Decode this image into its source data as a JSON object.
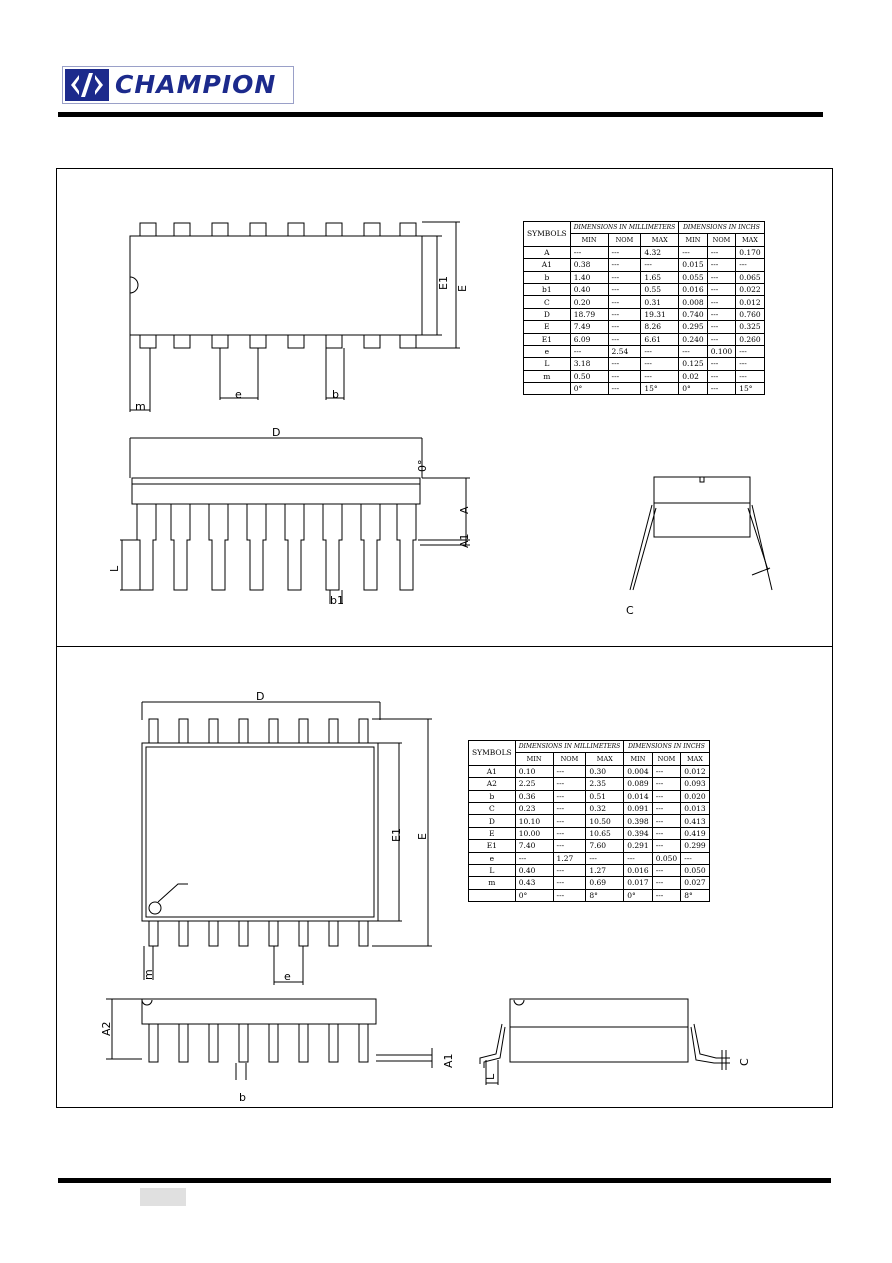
{
  "header": {
    "brand": "CHAMPION"
  },
  "dip_drawing": {
    "labels": {
      "D": "D",
      "E": "E",
      "E1": "E1",
      "e": "e",
      "b": "b",
      "m": "m",
      "A": "A",
      "A1": "A1",
      "L": "L",
      "b1": "b1",
      "C": "C",
      "angle": "0°"
    }
  },
  "dip_table": {
    "symbols_header": "SYMBOLS",
    "group_mm": "DIMENSIONS IN MILLIMETERS",
    "group_in": "DIMENSIONS IN INCHS",
    "sub_headers": [
      "MIN",
      "NOM",
      "MAX",
      "MIN",
      "NOM",
      "MAX"
    ],
    "rows": [
      [
        "A",
        "---",
        "---",
        "4.32",
        "---",
        "---",
        "0.170"
      ],
      [
        "A1",
        "0.38",
        "---",
        "---",
        "0.015",
        "---",
        "---"
      ],
      [
        "b",
        "1.40",
        "---",
        "1.65",
        "0.055",
        "---",
        "0.065"
      ],
      [
        "b1",
        "0.40",
        "---",
        "0.55",
        "0.016",
        "---",
        "0.022"
      ],
      [
        "C",
        "0.20",
        "---",
        "0.31",
        "0.008",
        "---",
        "0.012"
      ],
      [
        "D",
        "18.79",
        "---",
        "19.31",
        "0.740",
        "---",
        "0.760"
      ],
      [
        "E",
        "7.49",
        "---",
        "8.26",
        "0.295",
        "---",
        "0.325"
      ],
      [
        "E1",
        "6.09",
        "---",
        "6.61",
        "0.240",
        "---",
        "0.260"
      ],
      [
        "e",
        "---",
        "2.54",
        "---",
        "---",
        "0.100",
        "---"
      ],
      [
        "L",
        "3.18",
        "---",
        "---",
        "0.125",
        "---",
        "---"
      ],
      [
        "m",
        "0.50",
        "---",
        "---",
        "0.02",
        "---",
        "---"
      ],
      [
        "",
        "0°",
        "---",
        "15°",
        "0°",
        "---",
        "15°"
      ]
    ]
  },
  "sop_drawing": {
    "labels": {
      "D": "D",
      "E": "E",
      "E1": "E1",
      "e": "e",
      "m": "m",
      "A2": "A2",
      "A1": "A1",
      "b": "b",
      "C": "C",
      "L": "L"
    }
  },
  "sop_table": {
    "symbols_header": "SYMBOLS",
    "group_mm": "DIMENSIONS IN MILLIMETERS",
    "group_in": "DIMENSIONS IN INCHS",
    "sub_headers": [
      "MIN",
      "NOM",
      "MAX",
      "MIN",
      "NOM",
      "MAX"
    ],
    "rows": [
      [
        "A1",
        "0.10",
        "---",
        "0.30",
        "0.004",
        "---",
        "0.012"
      ],
      [
        "A2",
        "2.25",
        "---",
        "2.35",
        "0.089",
        "---",
        "0.093"
      ],
      [
        "b",
        "0.36",
        "---",
        "0.51",
        "0.014",
        "---",
        "0.020"
      ],
      [
        "C",
        "0.23",
        "---",
        "0.32",
        "0.091",
        "---",
        "0.013"
      ],
      [
        "D",
        "10.10",
        "---",
        "10.50",
        "0.398",
        "---",
        "0.413"
      ],
      [
        "E",
        "10.00",
        "---",
        "10.65",
        "0.394",
        "---",
        "0.419"
      ],
      [
        "E1",
        "7.40",
        "---",
        "7.60",
        "0.291",
        "---",
        "0.299"
      ],
      [
        "e",
        "---",
        "1.27",
        "---",
        "---",
        "0.050",
        "---"
      ],
      [
        "L",
        "0.40",
        "---",
        "1.27",
        "0.016",
        "---",
        "0.050"
      ],
      [
        "m",
        "0.43",
        "---",
        "0.69",
        "0.017",
        "---",
        "0.027"
      ],
      [
        "",
        "0°",
        "---",
        "8°",
        "0°",
        "---",
        "8°"
      ]
    ]
  }
}
